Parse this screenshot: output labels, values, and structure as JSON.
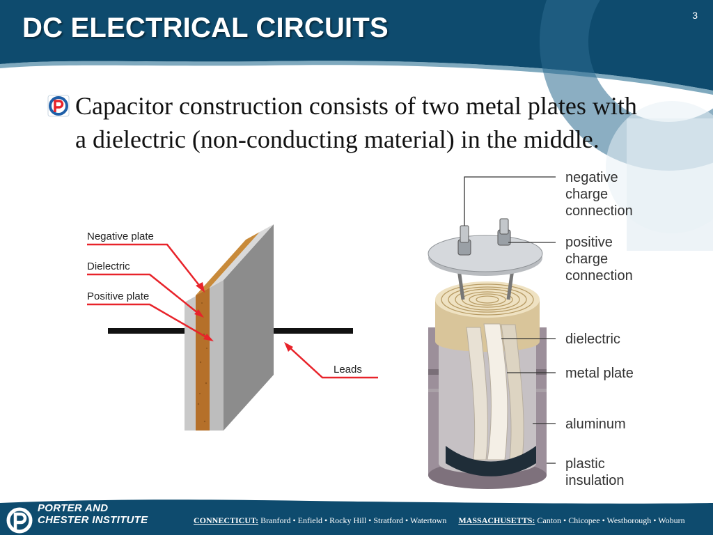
{
  "slide": {
    "title": "DC ELECTRICAL CIRCUITS",
    "page_number": "3",
    "bullet": "Capacitor construction consists of two metal plates with a dielectric (non-conducting material) in the middle.",
    "colors": {
      "header": "#0e4b6e",
      "accent": "#e8232a",
      "plate_brown": "#b5702a"
    }
  },
  "left_diagram": {
    "labels": {
      "negative_plate": "Negative plate",
      "dielectric": "Dielectric",
      "positive_plate": "Positive plate",
      "leads": "Leads"
    }
  },
  "right_diagram": {
    "labels": {
      "negative_charge_connection": [
        "negative",
        "charge",
        "connection"
      ],
      "positive_charge_connection": [
        "positive",
        "charge",
        "connection"
      ],
      "dielectric": "dielectric",
      "metal_plate": "metal plate",
      "aluminum": "aluminum",
      "plastic_insulation": [
        "plastic",
        "insulation"
      ]
    }
  },
  "footer": {
    "brand_line1": "PORTER AND",
    "brand_line2": "CHESTER INSTITUTE",
    "connecticut_label": "CONNECTICUT:",
    "connecticut_towns": "Branford • Enfield • Rocky Hill • Stratford • Watertown",
    "massachusetts_label": "MASSACHUSETTS:",
    "massachusetts_towns": "Canton • Chicopee • Westborough • Woburn"
  }
}
